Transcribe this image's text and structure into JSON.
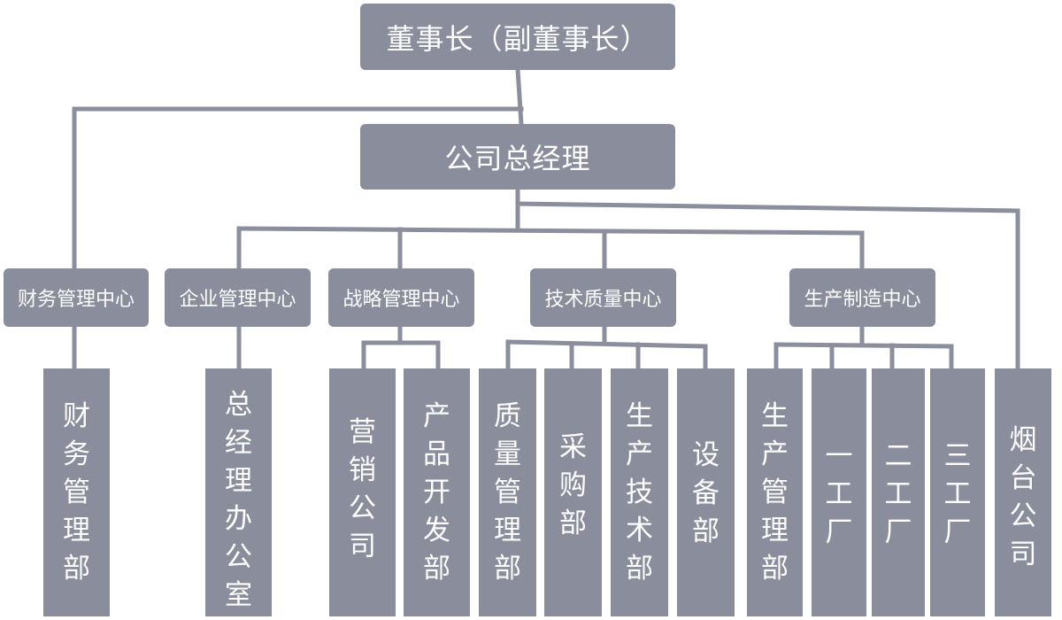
{
  "chairman": "董事长（副董事长）",
  "gm": "公司总经理",
  "centers": {
    "finance": "财务管理中心",
    "enterprise": "企业管理中心",
    "strategy": "战略管理中心",
    "tech_quality": "技术质量中心",
    "production": "生产制造中心"
  },
  "departments": {
    "finance_dept": "财务管理部",
    "gm_office": "总经理办公室",
    "marketing": "营销公司",
    "product_dev": "产品开发部",
    "quality_mgmt": "质量管理部",
    "purchasing": "采购部",
    "prod_tech": "生产技术部",
    "equipment": "设备部",
    "prod_mgmt": "生产管理部",
    "factory_1": "一工厂",
    "factory_2": "二工厂",
    "factory_3": "三工厂",
    "tobacco_co": "烟台公司"
  }
}
